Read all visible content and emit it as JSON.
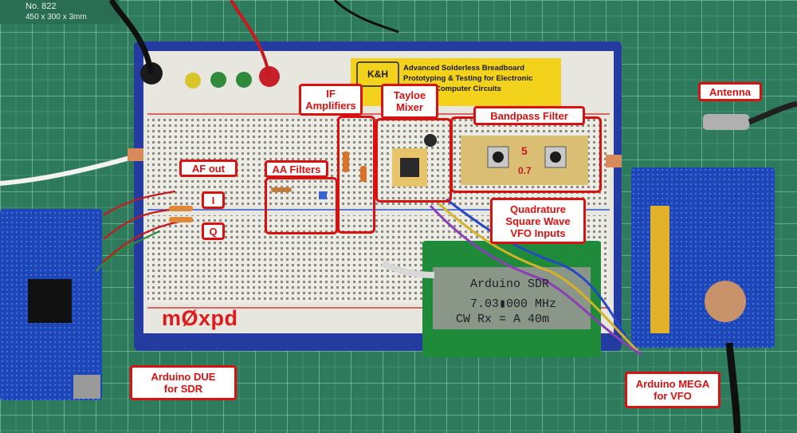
{
  "ruler": {
    "line1": "No. 822",
    "line2": "450 x 300 x 3mm"
  },
  "breadboard_title": {
    "brand": "K&H",
    "line1": "Advanced Solderless Breadboard",
    "line2": "Prototyping & Testing for Electronic",
    "line3": "Computer Circuits"
  },
  "labels": {
    "af_out": "AF out",
    "i": "I",
    "q": "Q",
    "aa_filters": "AA Filters",
    "if_amplifiers": "IF\nAmplifiers",
    "tayloe_mixer": "Tayloe\nMixer",
    "bandpass_filter": "Bandpass Filter",
    "antenna": "Antenna",
    "quadrature": "Quadrature\nSquare Wave\nVFO Inputs",
    "due": "Arduino DUE\nfor SDR",
    "mega": "Arduino MEGA\nfor VFO"
  },
  "callsign": "mØxpd",
  "lcd": {
    "line1": "Arduino SDR",
    "line2": "7.03▮000 MHz",
    "line3": "CW Rx = A  40m"
  },
  "filter_board_marks": {
    "top": "5",
    "bottom": "0.7"
  },
  "colors": {
    "label_red": "#d81111",
    "mat_green": "#2f7a5e",
    "board_blue": "#233a9c"
  }
}
